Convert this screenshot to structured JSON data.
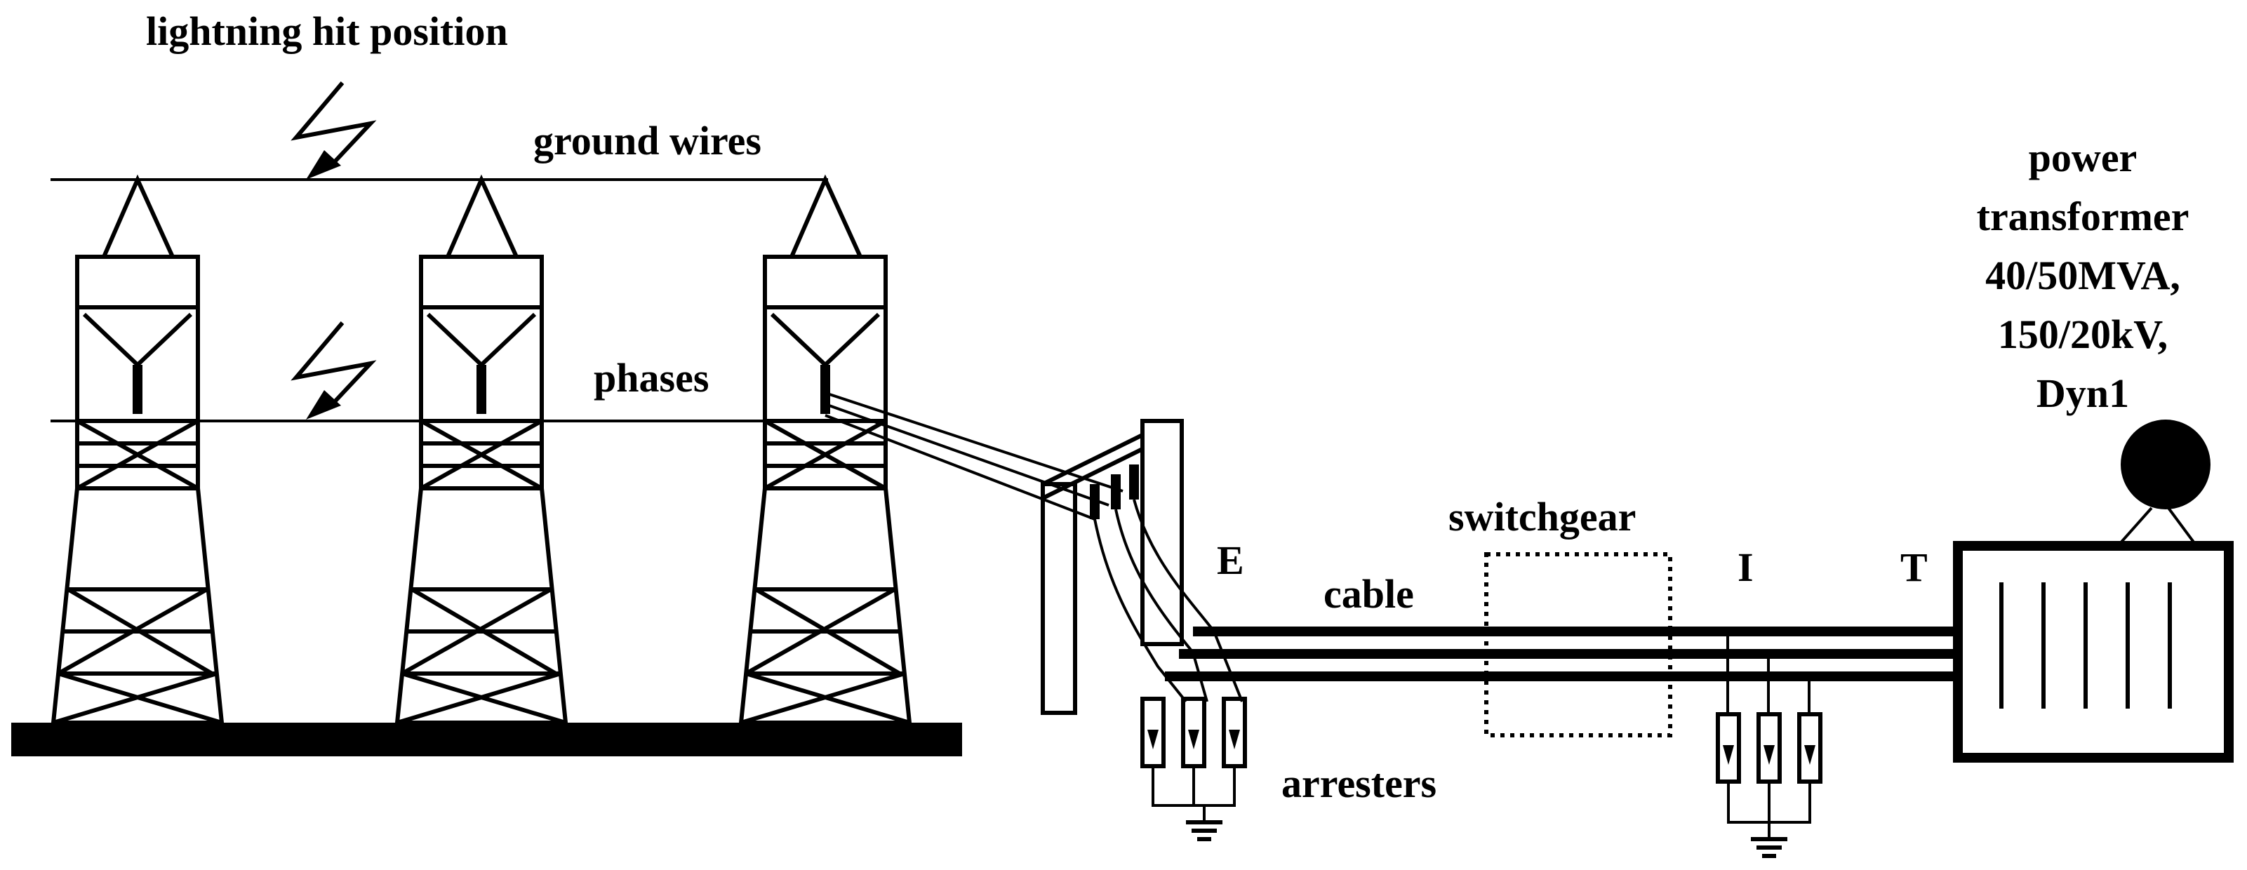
{
  "labels": {
    "lightning": "lightning hit position",
    "ground_wires": "ground wires",
    "phases": "phases",
    "switchgear": "switchgear",
    "cable": "cable",
    "E": "E",
    "I": "I",
    "T": "T",
    "arresters": "arresters",
    "transformer": [
      "power",
      "transformer",
      "40/50MVA,",
      "150/20kV,",
      "Dyn1"
    ]
  }
}
